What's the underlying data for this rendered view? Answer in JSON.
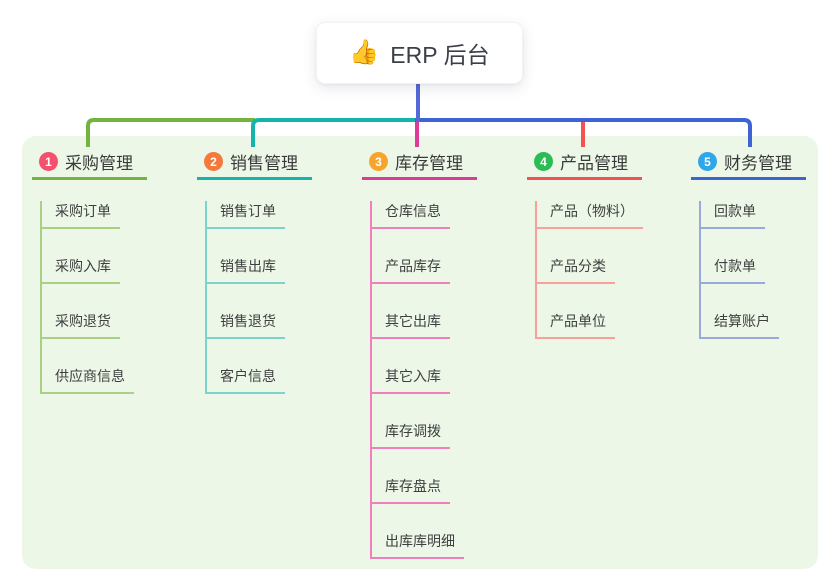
{
  "root": {
    "emoji": "👍",
    "emoji_name": "thumbs-up-icon",
    "label": "ERP 后台"
  },
  "canvas": {
    "background": "#ffffff",
    "panel_background": "#ECF7E8",
    "root_line_color": "#5468D8"
  },
  "branches": [
    {
      "number": "1",
      "title": "采购管理",
      "badge_color": "#F4516C",
      "line_color": "#72B43D",
      "child_line_color": "#A8D184",
      "children": [
        "采购订单",
        "采购入库",
        "采购退货",
        "供应商信息"
      ]
    },
    {
      "number": "2",
      "title": "销售管理",
      "badge_color": "#F5793D",
      "line_color": "#14B3AC",
      "child_line_color": "#7BD3CB",
      "children": [
        "销售订单",
        "销售出库",
        "销售退货",
        "客户信息"
      ]
    },
    {
      "number": "3",
      "title": "库存管理",
      "badge_color": "#F7A42C",
      "line_color": "#DC3C98",
      "child_line_color": "#F07FBD",
      "children": [
        "仓库信息",
        "产品库存",
        "其它出库",
        "其它入库",
        "库存调拨",
        "库存盘点",
        "出库库明细"
      ]
    },
    {
      "number": "4",
      "title": "产品管理",
      "badge_color": "#2CBC55",
      "line_color": "#F25352",
      "child_line_color": "#F9A09A",
      "children": [
        "产品（物料）",
        "产品分类",
        "产品单位"
      ]
    },
    {
      "number": "5",
      "title": "财务管理",
      "badge_color": "#2EA6EA",
      "line_color": "#3E63D3",
      "child_line_color": "#97A9DD",
      "children": [
        "回款单",
        "付款单",
        "结算账户"
      ]
    }
  ]
}
